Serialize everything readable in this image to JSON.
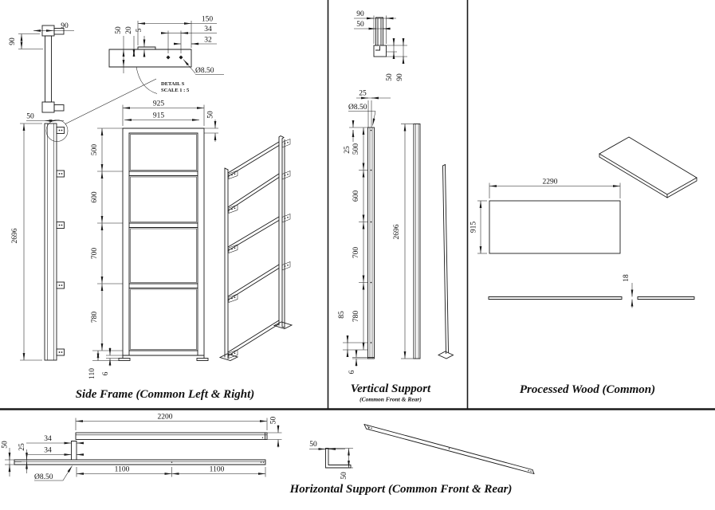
{
  "colors": {
    "ink": "#1a1a1a",
    "background": "#ffffff"
  },
  "panels": {
    "side_frame": {
      "caption": "Side Frame (Common Left & Right)",
      "rail_view": {
        "width": "90",
        "height": "90"
      },
      "post_view": {
        "width": "50",
        "length": "2696"
      },
      "detail": {
        "title": "DETAIL S",
        "scale": "SCALE 1 : 5",
        "width": "150",
        "hole_pitch": "34",
        "hole_to_edge": "32",
        "depth": "50",
        "hole_offset": "20",
        "lip": "5",
        "hole_dia": "Ø8.50"
      },
      "front_view": {
        "outer_width": "925",
        "inner_width": "915",
        "rail_height": "50",
        "bay_1": "500",
        "bay_2": "600",
        "bay_3": "700",
        "bay_4": "780",
        "foot_height": "110",
        "pad": "6"
      }
    },
    "vertical_support": {
      "caption": "Vertical Support",
      "subcaption": "(Common Front & Rear)",
      "top_view": {
        "foot_width": "90",
        "post_width": "50",
        "post_depth": "50",
        "foot_depth": "90"
      },
      "front_view": {
        "hole_offset": "25",
        "hole_dia": "Ø8.50",
        "seg_top": "25",
        "seg_1": "500",
        "seg_2": "600",
        "seg_3": "700",
        "seg_4": "780",
        "seg_foot": "85",
        "pad": "6",
        "length": "2696"
      }
    },
    "processed_wood": {
      "caption": "Processed Wood (Common)",
      "length": "2290",
      "width": "915",
      "thickness": "18"
    },
    "horizontal_support": {
      "caption": "Horizontal Support (Common Front & Rear)",
      "length": "2200",
      "height": "50",
      "end_offset_a": "50",
      "end_offset_b": "25",
      "tab_a": "34",
      "tab_b": "34",
      "hole_dia": "Ø8.50",
      "half_1": "1100",
      "half_2": "1100",
      "angle_leg_w": "50",
      "angle_leg_h": "50"
    }
  }
}
